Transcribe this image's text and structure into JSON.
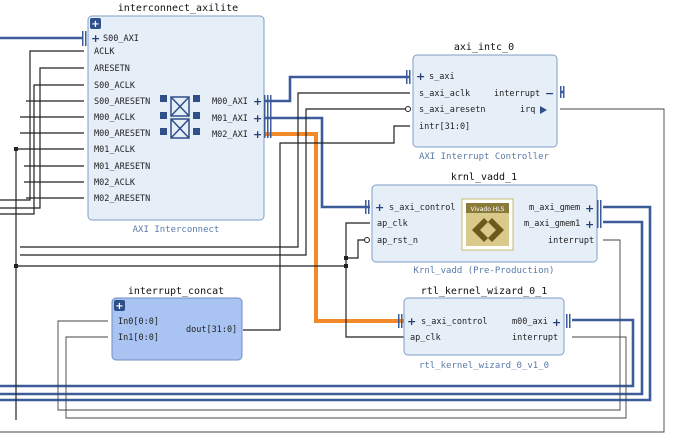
{
  "blocks": {
    "interconnect": {
      "name": "interconnect_axilite",
      "subtitle": "AXI Interconnect",
      "left_ports": [
        "S00_AXI",
        "ACLK",
        "ARESETN",
        "S00_ACLK",
        "S00_ARESETN",
        "M00_ACLK",
        "M00_ARESETN",
        "M01_ACLK",
        "M01_ARESETN",
        "M02_ACLK",
        "M02_ARESETN"
      ],
      "right_ports": [
        "M00_AXI",
        "M01_AXI",
        "M02_AXI"
      ]
    },
    "intc": {
      "name": "axi_intc_0",
      "subtitle": "AXI Interrupt Controller",
      "left_ports": [
        "s_axi",
        "s_axi_aclk",
        "s_axi_aresetn",
        "intr[31:0]"
      ],
      "right_ports": [
        "interrupt",
        "irq"
      ]
    },
    "vadd": {
      "name": "krnl_vadd_1",
      "subtitle": "Krnl_vadd (Pre-Production)",
      "logo_text": "Vivado HLS",
      "left_ports": [
        "s_axi_control",
        "ap_clk",
        "ap_rst_n"
      ],
      "right_ports": [
        "m_axi_gmem",
        "m_axi_gmem1",
        "interrupt"
      ]
    },
    "concat": {
      "name": "interrupt_concat",
      "left_ports": [
        "In0[0:0]",
        "In1[0:0]"
      ],
      "right_ports": [
        "dout[31:0]"
      ]
    },
    "wizard": {
      "name": "rtl_kernel_wizard_0_1",
      "subtitle": "rtl_kernel_wizard_0_v1_0",
      "left_ports": [
        "s_axi_control",
        "ap_clk"
      ],
      "right_ports": [
        "m00_axi",
        "interrupt"
      ]
    }
  },
  "colors": {
    "block_fill": "#e6eef8",
    "block_highlight": "#a9c4f2",
    "bus": "#3b5b9a",
    "highlight_net": "#f28a2a"
  }
}
